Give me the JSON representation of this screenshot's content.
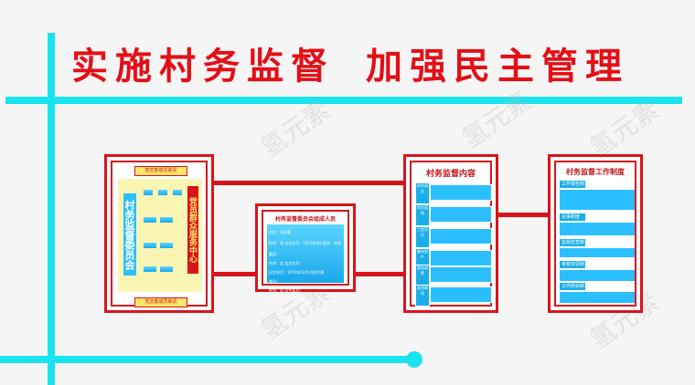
{
  "title": {
    "part1": "实施村务监督",
    "part2": "加强民主管理"
  },
  "left_board": {
    "top_label": "党支部成员职责",
    "bottom_label": "党支部成员职责",
    "vertical_title": "村务监督委员会",
    "side_title": "党员群众服务中心"
  },
  "center_board": {
    "header": "村务监督委员会组成人员",
    "rows": [
      "主任：刘某某",
      "性别：男  出生年月：1971年8月  职务：村民代表",
      "委员：",
      "性别：女  出生年月：",
      "出生年月：1971年12月  村民代表",
      "委员：",
      "性别：男  出生年月：",
      "出生年月：1968年2月  村民代表"
    ]
  },
  "right_board_1": {
    "title": "村务监督内容",
    "items": [
      "财务收支",
      "财务管理",
      "工程项目",
      "集体资产",
      "惠农政策",
      "其他事项"
    ]
  },
  "right_board_2": {
    "title": "村务监督工作制度",
    "items": [
      "工作报告制度",
      "议事制度",
      "监督检查制度",
      "考核奖惩制度",
      "工作例会制度"
    ]
  },
  "watermark": "氢元素",
  "colors": {
    "accent_red": "#d8141a",
    "accent_cyan": "#19e3ef",
    "panel_blue": "#1aaee8"
  }
}
